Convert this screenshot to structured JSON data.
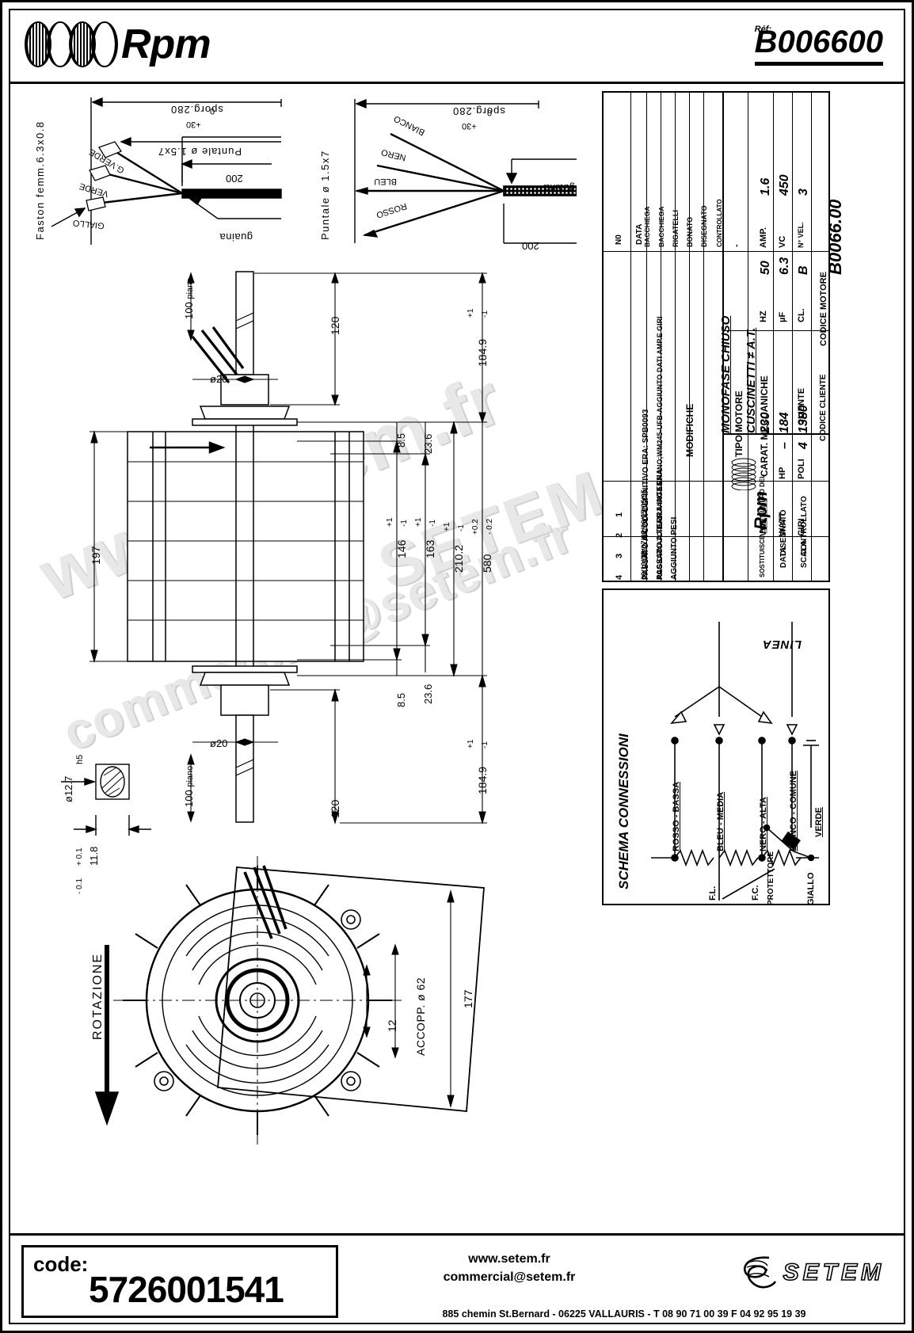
{
  "header": {
    "brand": "Rpm",
    "ref_label": "Réf:",
    "ref_value": "B006600"
  },
  "footer": {
    "code_label": "code:",
    "code_value": "5726001541",
    "website": "www.setem.fr",
    "email": "commercial@setem.fr",
    "address": "885 chemin St.Bernard  -   06225 VALLAURIS  -  T 08 90 71 00 39   F 04 92 95 19 39",
    "company": "SETEM"
  },
  "watermark": {
    "line1": "www.setem.fr",
    "line2": "commercial@setem.fr",
    "line3": "SETEM"
  },
  "harness_left": {
    "terminal_note": "Faston femm.6.3x0.8",
    "puntale_note": "Puntale ø 1.5x7",
    "sporg": "sporg.280",
    "tol_plus": "+30",
    "tol_minus": "0",
    "len": "200",
    "sheath": "guaina",
    "wires": [
      "G.VERDE",
      "VERDE",
      "GIALLO"
    ]
  },
  "harness_right": {
    "puntale_note": "Puntale ø 1.5x7",
    "sporg": "sporg.280",
    "tol_plus": "+30",
    "tol_minus": "0",
    "len": "200",
    "sheath": "guaina",
    "wires": [
      "BIANCO",
      "NERO",
      "BLEU",
      "ROSSO"
    ]
  },
  "main_view": {
    "dims": {
      "shaft_flat_top": "100",
      "shaft_flat_top_word": "piano",
      "shaft_len_top": "120",
      "shaft_dia_top": "ø20",
      "overall_h_top": "184.9",
      "overall_h_top_tol_p": "+1",
      "overall_h_top_tol_m": "-1",
      "gap_top": "8.5",
      "flange_top": "23.6",
      "body_len": "146",
      "body_len_tol_p": "+1",
      "body_len_tol_m": "-1",
      "mid_len": "163",
      "mid_len_tol_p": "+1",
      "mid_len_tol_m": "-1",
      "full_len": "210.2",
      "full_len_tol_p": "+1",
      "full_len_tol_m": "-1",
      "total": "580",
      "total_tol_p": "+0.2",
      "total_tol_m": "- 0.2",
      "width": "197",
      "gap_bot": "8.5",
      "flange_bot": "23.6",
      "shaft_dia_bot": "ø20",
      "shaft_flat_bot": "100",
      "shaft_flat_bot_word": "piano",
      "shaft_len_bot": "120",
      "overall_h_bot": "184.9",
      "overall_h_bot_tol_p": "+1",
      "overall_h_bot_tol_m": "-1"
    },
    "key_detail": {
      "dia": "ø12.7",
      "tol": "h5",
      "across_flat": "11.8",
      "af_tol_p": "+ 0.1",
      "af_tol_m": "- 0.1"
    }
  },
  "end_view": {
    "rotation_label": "ROTAZIONE",
    "coupling": "ACCOPP. ø 62",
    "dim_12": "12",
    "dim_177": "177"
  },
  "title_block": {
    "revisions": [
      {
        "no": "4",
        "date": "09/10/06",
        "text": "PASSATO A TERRA INTERNA",
        "drawn": "BONATO",
        "checked": "-"
      },
      {
        "no": "3",
        "date": "18/07/06",
        "text": "AGGIUNTO PESI",
        "drawn": "RIGATELLI",
        "checked": ""
      },
      {
        "no": "2",
        "date": "12/06/95",
        "text": "AGGIORNATO DATI TARGA ERANO;WM245-UFB-AGGIUNTO DATI AMP.E GIRI",
        "drawn": "BACCHIEGA",
        "checked": ""
      },
      {
        "no": "1",
        "date": "17/05/95",
        "text": "PASSATO A COD. DEFINITIVO ERA: SPB0093",
        "drawn": "BACCHIEGA",
        "checked": ""
      }
    ],
    "rev_headers": {
      "no": "N0",
      "date": "DATA",
      "text": "MODIFICHE",
      "drawn": "DISEGNATO",
      "checked": "CONTROLLATO"
    },
    "tipo_motore_label": "TIPO MOTORE",
    "tipo_motore_value": "MONOFASE CHIUSO",
    "carat_label": "CARAT. MECCANICHE",
    "carat_value": "CUSCINETTI ≠ A.T.",
    "specs": [
      {
        "label": "VOLT",
        "value": "230",
        "label2": "HZ",
        "value2": "50",
        "label3": "AMP.",
        "value3": "1.6"
      },
      {
        "label": "WATT",
        "value": "184",
        "label2": "µF",
        "value2": "6.3",
        "label3": "VC",
        "value3": "450"
      },
      {
        "label": "GIRI",
        "value": "1380",
        "label2": "CL.",
        "value2": "B",
        "label3": "N° VEL.",
        "value3": "3"
      }
    ],
    "hp_label": "HP",
    "hp_value": "–",
    "poli_label": "POLI",
    "poli_value": "4",
    "codice_motore_label": "CODICE MOTORE",
    "codice_motore_value": "B0066.00",
    "cliente_label": "CLIENTE",
    "codice_cliente_label": "CODICE CLIENTE",
    "sostituisce_label": "SOSTITUISCE PARI NUMERO DEL",
    "data_label": "DATA",
    "scala_label": "SCALA",
    "disegnato_label": "DISEGNATO",
    "controllato_label": "CONTROLLATO",
    "brand": "Rpm",
    "brand_sub": "motori elettrici"
  },
  "schema": {
    "title": "SCHEMA CONNESSIONI",
    "line_label": "LINEA",
    "taps": [
      "ROSSO - BASSA",
      "BLEU - MEDIA",
      "NERO - ALTA",
      "BIANCO - COMUNE"
    ],
    "earth": "VERDE",
    "yellow": "GIALLO",
    "fl_label": "F.L.",
    "fc_label": "F.C.",
    "protector": "PROTETTORE"
  }
}
